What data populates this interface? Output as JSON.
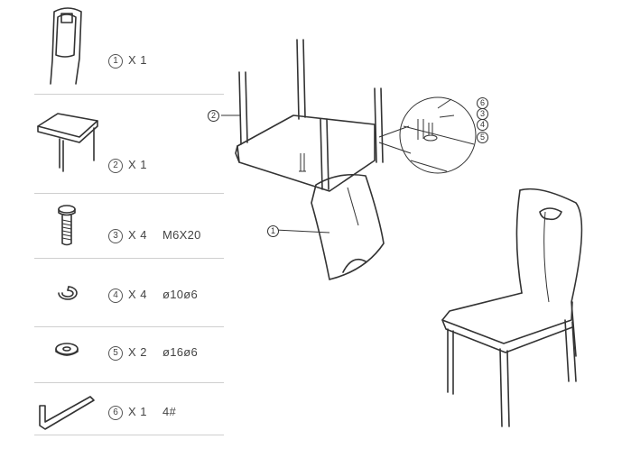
{
  "parts": [
    {
      "num": "1",
      "qty": "X 1",
      "spec": "",
      "icon": "chair-backrest-icon"
    },
    {
      "num": "2",
      "qty": "X 1",
      "spec": "",
      "icon": "chair-seat-frame-icon"
    },
    {
      "num": "3",
      "qty": "X 4",
      "spec": "M6X20",
      "icon": "bolt-icon"
    },
    {
      "num": "4",
      "qty": "X 4",
      "spec": "ø10ø6",
      "icon": "spring-washer-icon"
    },
    {
      "num": "5",
      "qty": "X 2",
      "spec": "ø16ø6",
      "icon": "flat-washer-icon"
    },
    {
      "num": "6",
      "qty": "X 1",
      "spec": "4#",
      "icon": "allen-key-icon"
    }
  ],
  "assembly": {
    "callout_backrest": "1",
    "callout_frame": "2",
    "detail_callouts": [
      "6",
      "3",
      "4",
      "5"
    ]
  }
}
